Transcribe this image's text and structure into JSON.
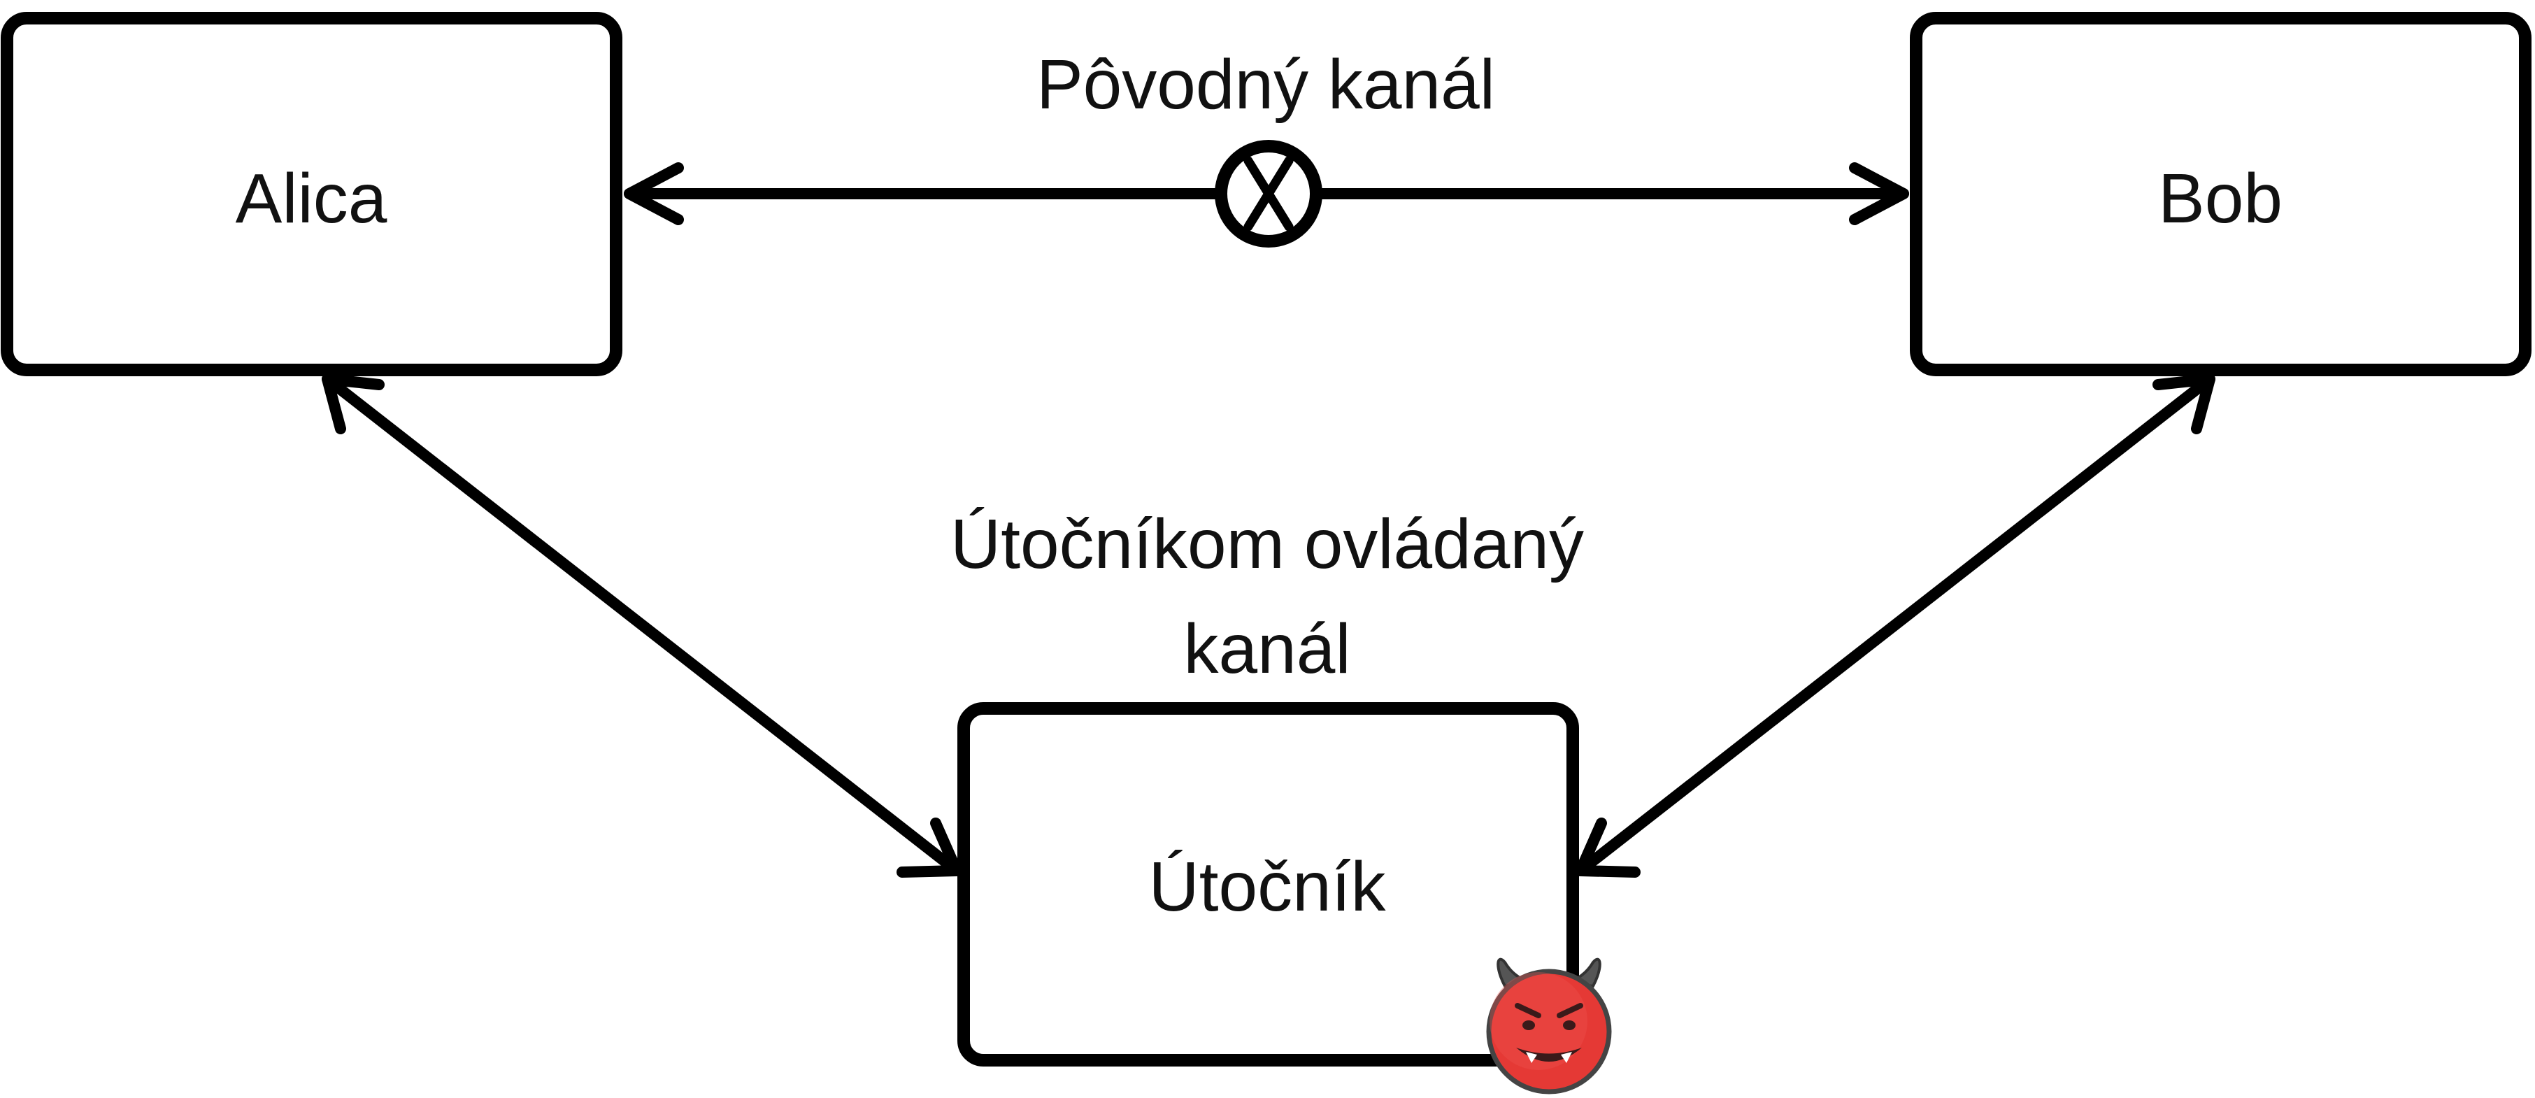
{
  "nodes": {
    "alice": {
      "label": "Alica"
    },
    "bob": {
      "label": "Bob"
    },
    "attacker": {
      "label": "Útočník"
    }
  },
  "edges": {
    "original": {
      "label": "Pôvodný kanál",
      "blocked": true
    },
    "attacker_controlled": {
      "label_line1": "Útočníkom ovládaný",
      "label_line2": "kanál"
    }
  },
  "colors": {
    "stroke": "#000000",
    "text": "#111111",
    "devil_face": "#e53935",
    "devil_horns": "#555555"
  },
  "icons": {
    "blocked": "blocked-x-icon",
    "attacker": "devil-face-icon"
  }
}
